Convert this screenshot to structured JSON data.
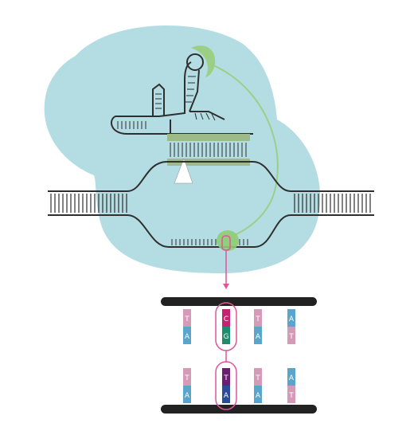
{
  "colors": {
    "background": "#ffffff",
    "complex_blob": "#b3dde3",
    "dna_strand": "#2f2f2f",
    "guide_rna": "#2f2f2f",
    "deaminase_green": "#9ccf86",
    "deaminase_dark": "#6fbf60",
    "spacer_box": "#9dbb88",
    "nick_triangle": "#ffffff",
    "edit_arrow": "#e0559a",
    "rail": "#222222",
    "base_T": "#d49ab8",
    "base_A": "#5aa5cc",
    "base_C": "#c4236f",
    "base_G": "#1f8c6e",
    "edited_T": "#6a1f72",
    "edited_A": "#2c4c9a"
  },
  "edit_before": {
    "pairs": [
      {
        "top": "T",
        "bottom": "A",
        "target": false
      },
      {
        "top": "C",
        "bottom": "G",
        "target": true
      },
      {
        "top": "T",
        "bottom": "A",
        "target": false
      },
      {
        "top": "A",
        "bottom": "T",
        "target": false
      }
    ]
  },
  "edit_after": {
    "pairs": [
      {
        "top": "T",
        "bottom": "A",
        "target": false
      },
      {
        "top": "T",
        "bottom": "A",
        "target": true
      },
      {
        "top": "T",
        "bottom": "A",
        "target": false
      },
      {
        "top": "A",
        "bottom": "T",
        "target": false
      }
    ]
  }
}
